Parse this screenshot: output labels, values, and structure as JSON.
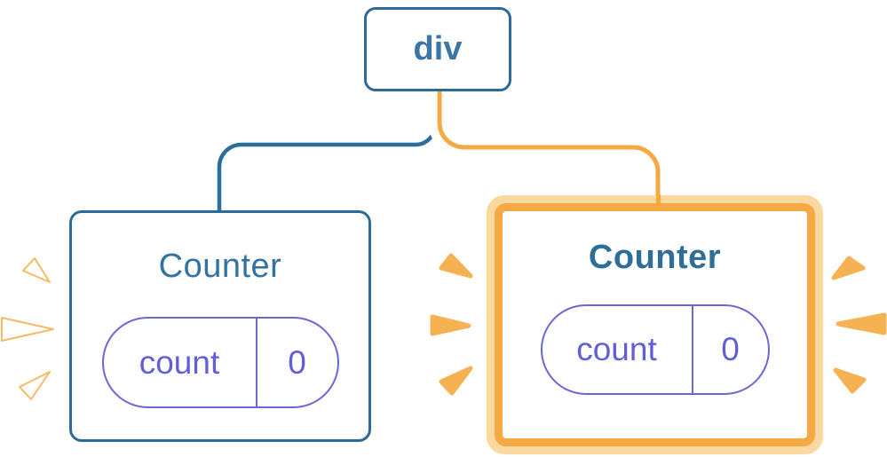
{
  "diagram": {
    "root": {
      "label": "div"
    },
    "children": [
      {
        "id": "counter-left",
        "title": "Counter",
        "state": {
          "key": "count",
          "value": "0"
        },
        "highlighted": false
      },
      {
        "id": "counter-right",
        "title": "Counter",
        "state": {
          "key": "count",
          "value": "0"
        },
        "highlighted": true
      }
    ]
  },
  "icons": {
    "left_sparks": "spark-burst-white",
    "right_sparks": "spark-burst-orange"
  },
  "colors": {
    "node_border_blue": "#2b6a99",
    "node_text_blue": "#3a76a6",
    "title_blue": "#3473a0",
    "title_blue_bold": "#2f6e96",
    "wire_blue": "#2b6d9b",
    "wire_orange": "#f6a842",
    "highlight_border_orange": "#f6a842",
    "highlight_border_light": "#fbd89f",
    "spark_orange": "#f6b252",
    "pill_purple": "#6a68d4",
    "pill_text_purple": "#615ed8",
    "card_background": "#ffffff"
  }
}
